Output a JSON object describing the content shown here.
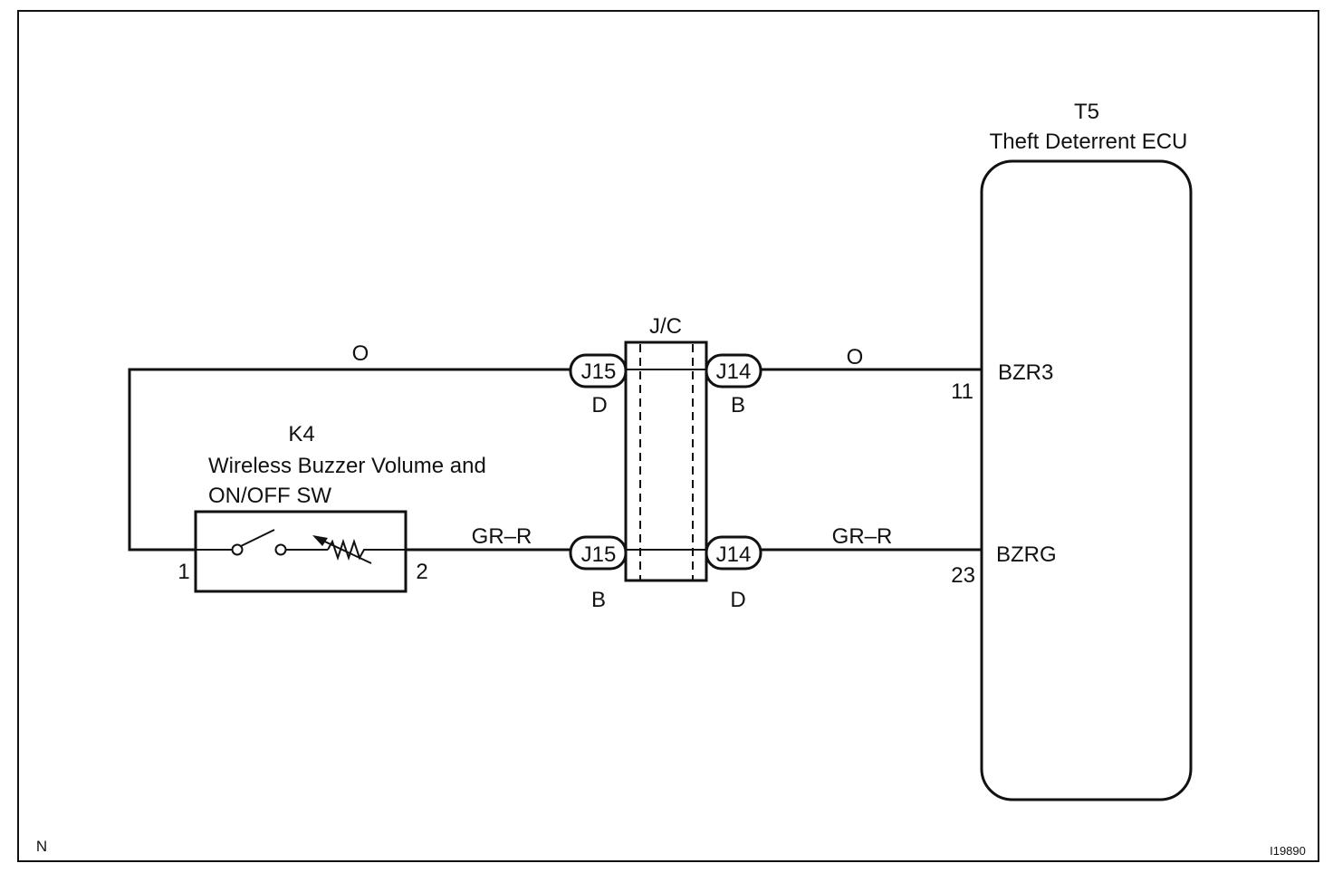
{
  "frame": {
    "corner_mark": "N",
    "figure_id": "I19890"
  },
  "ecu": {
    "code": "T5",
    "name": "Theft Deterrent ECU"
  },
  "switch": {
    "code": "K4",
    "name_line1": "Wireless Buzzer Volume and",
    "name_line2": "ON/OFF SW",
    "pin1": "1",
    "pin2": "2"
  },
  "junction": {
    "label": "J/C"
  },
  "wires": {
    "top_left_color": "O",
    "top_right_color": "O",
    "bottom_left_color": "GR–R",
    "bottom_right_color": "GR–R"
  },
  "connectors": {
    "top_left": {
      "name": "J15",
      "pin": "D"
    },
    "top_right": {
      "name": "J14",
      "pin": "B"
    },
    "bottom_left": {
      "name": "J15",
      "pin": "B"
    },
    "bottom_right": {
      "name": "J14",
      "pin": "D"
    }
  },
  "ecu_terminals": {
    "top": {
      "pin": "11",
      "name": "BZR3"
    },
    "bottom": {
      "pin": "23",
      "name": "BZRG"
    }
  }
}
